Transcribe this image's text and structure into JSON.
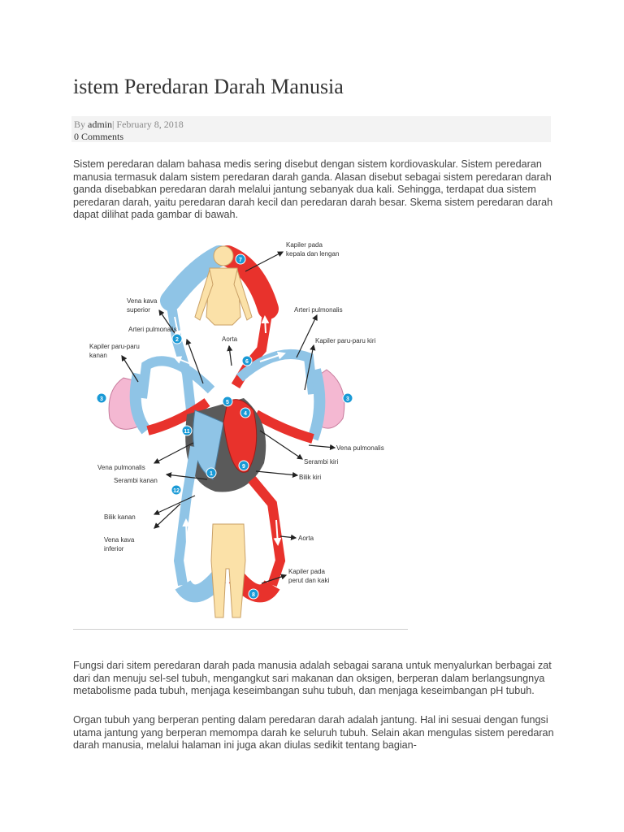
{
  "article": {
    "title": "istem Peredaran Darah Manusia",
    "meta": {
      "by": "By",
      "author": "admin",
      "separator": "|",
      "date": "February 8, 2018",
      "comments": "0 Comments"
    },
    "paragraphs": [
      "Sistem peredaran dalam bahasa medis sering disebut dengan sistem kordiovaskular. Sistem peredaran manusia termasuk dalam sistem peredaran darah ganda. Alasan disebut sebagai sistem peredaran darah ganda disebabkan peredaran darah melalui jantung sebanyak dua kali. Sehingga, terdapat dua sistem peredaran darah, yaitu peredaran darah kecil dan peredaran darah besar. Skema sistem peredaran darah dapat dilihat pada gambar di bawah.",
      "Fungsi dari sitem peredaran darah pada manusia adalah sebagai sarana untuk menyalurkan berbagai zat dari dan menuju sel-sel tubuh, mengangkut sari makanan dan oksigen, berperan dalam berlangsungnya metabolisme pada tubuh, menjaga keseimbangan suhu tubuh, dan menjaga keseimbangan pH tubuh.",
      "Organ tubuh yang berperan penting dalam peredaran darah adalah jantung. Hal ini sesuai dengan fungsi utama jantung yang berperan memompa darah ke seluruh tubuh. Selain akan mengulas sistem peredaran darah manusia, melalui halaman ini juga akan diulas sedikit tentang bagian-"
    ]
  },
  "diagram": {
    "labels": {
      "kapiler_kepala_1": "Kapiler pada",
      "kapiler_kepala_2": "kepala dan lengan",
      "vena_kava_superior_1": "Vena kava",
      "vena_kava_superior_2": "superior",
      "arteri_pulmonalis_left": "Arteri pulmonalis",
      "arteri_pulmonalis_right": "Arteri pulmonalis",
      "aorta_top": "Aorta",
      "kapiler_paru_kanan_1": "Kapiler paru-paru",
      "kapiler_paru_kanan_2": "kanan",
      "kapiler_paru_kiri": "Kapiler paru-paru kiri",
      "vena_pulmonalis_right": "Vena pulmonalis",
      "vena_pulmonalis_left": "Vena pulmonalis",
      "serambi_kiri": "Serambi kiri",
      "serambi_kanan": "Serambi kanan",
      "bilik_kiri": "Bilik kiri",
      "bilik_kanan": "Bilik kanan",
      "vena_kava_inferior_1": "Vena kava",
      "vena_kava_inferior_2": "inferior",
      "aorta_bottom": "Aorta",
      "kapiler_perut_1": "Kapiler pada",
      "kapiler_perut_2": "perut dan kaki"
    },
    "markers": {
      "m7": "7",
      "m2": "2",
      "m6": "6",
      "m3_left": "3",
      "m3_right": "3",
      "m5": "5",
      "m4": "4",
      "m11": "11",
      "m1": "1",
      "m9": "9",
      "m12": "12",
      "m8": "8"
    },
    "colors": {
      "oxygenated": "#e8322c",
      "deoxygenated": "#8fc4e6",
      "lung": "#f4b8d2",
      "skin": "#fbe1a8",
      "heart_shadow": "#5a5a5a",
      "marker": "#1a9ad6"
    }
  }
}
